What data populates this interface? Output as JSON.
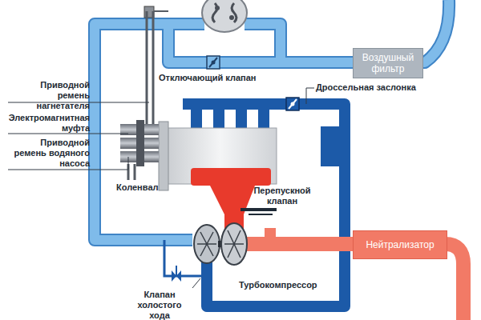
{
  "diagram": {
    "nodes": [
      {
        "text": [
          "Воздушный фильтр"
        ]
      },
      {
        "text": [
          "Нейтрализатор"
        ]
      }
    ],
    "labels": [
      "Приводной ремень нагнетателя",
      "Электромагнитная муфта",
      "Приводной ремень водяного насоса",
      "Коленвал",
      "Отключающий клапан",
      "Дроссельная заслонка",
      "Перепускной клапан",
      "Турбокомпрессор",
      "Клапан холостого хода"
    ]
  }
}
